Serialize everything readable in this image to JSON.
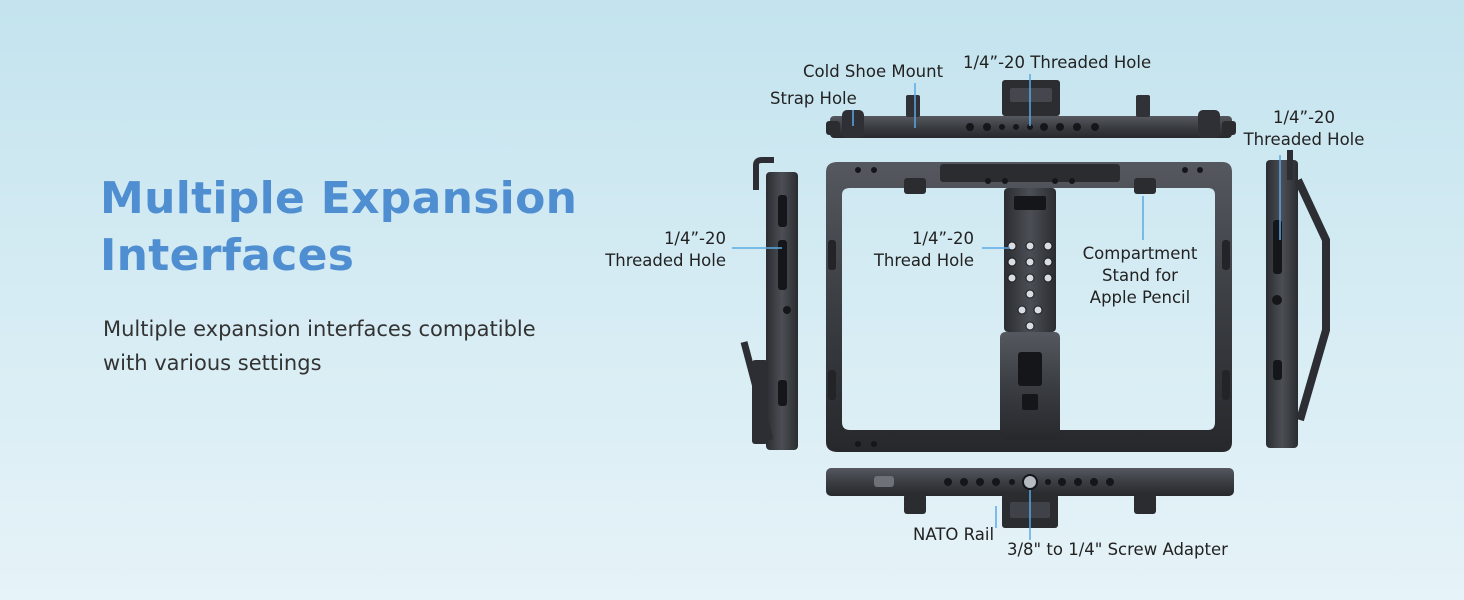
{
  "headline": {
    "line1": "Multiple Expansion",
    "line2": "Interfaces"
  },
  "subtext": {
    "line1": "Multiple expansion interfaces compatible",
    "line2": "with various settings"
  },
  "labels": {
    "cold_shoe": "Cold Shoe Mount",
    "top_threaded": "1/4”-20 Threaded Hole",
    "strap_hole": "Strap Hole",
    "right_threaded": {
      "line1": "1/4”-20",
      "line2": "Threaded Hole"
    },
    "left_threaded": {
      "line1": "1/4”-20",
      "line2": "Threaded Hole"
    },
    "center_thread": {
      "line1": "1/4”-20",
      "line2": "Thread Hole"
    },
    "compartment": {
      "line1": "Compartment",
      "line2": "Stand for",
      "line3": "Apple Pencil"
    },
    "nato_rail": "NATO Rail",
    "screw_adapter": "3/8\" to 1/4\" Screw Adapter"
  },
  "colors": {
    "accent": "#4f8fd1",
    "leader": "#5aa9e6",
    "metal": "#3a3d42",
    "metal_dark": "#202226"
  }
}
